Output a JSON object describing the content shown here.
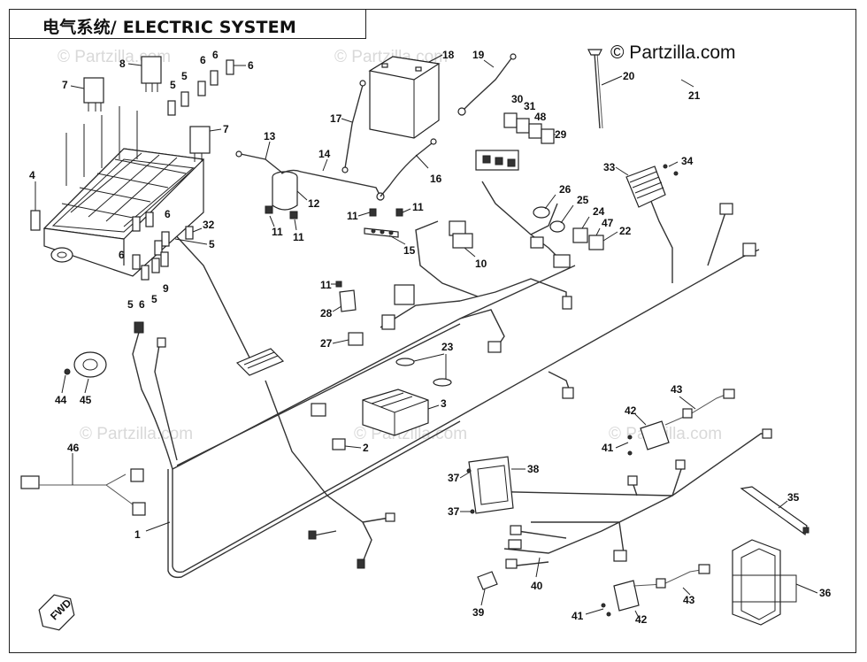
{
  "title": "电气系统/ ELECTRIC SYSTEM",
  "copyright": "© Partzilla.com",
  "watermark": "© Partzilla.com",
  "fwd_label": "FWD",
  "labels": {
    "p1": "1",
    "p2": "2",
    "p3": "3",
    "p4": "4",
    "p5a": "5",
    "p5b": "5",
    "p5c": "5",
    "p5d": "5",
    "p5e": "5",
    "p6a": "6",
    "p6b": "6",
    "p6c": "6",
    "p6d": "6",
    "p6e": "6",
    "p6f": "6",
    "p7a": "7",
    "p7b": "7",
    "p8": "8",
    "p9": "9",
    "p10": "10",
    "p11a": "11",
    "p11b": "11",
    "p11c": "11",
    "p11d": "11",
    "p11e": "11",
    "p12": "12",
    "p13": "13",
    "p14": "14",
    "p15": "15",
    "p16": "16",
    "p17": "17",
    "p18": "18",
    "p19": "19",
    "p20": "20",
    "p21": "21",
    "p22": "22",
    "p23": "23",
    "p24": "24",
    "p25": "25",
    "p26": "26",
    "p27": "27",
    "p28": "28",
    "p29": "29",
    "p30": "30",
    "p31": "31",
    "p32": "32",
    "p33": "33",
    "p34": "34",
    "p35": "35",
    "p36": "36",
    "p37a": "37",
    "p37b": "37",
    "p38": "38",
    "p39": "39",
    "p40": "40",
    "p41a": "41",
    "p41b": "41",
    "p42a": "42",
    "p42b": "42",
    "p43a": "43",
    "p43b": "43",
    "p44": "44",
    "p45": "45",
    "p46": "46",
    "p47": "47",
    "p48": "48"
  }
}
